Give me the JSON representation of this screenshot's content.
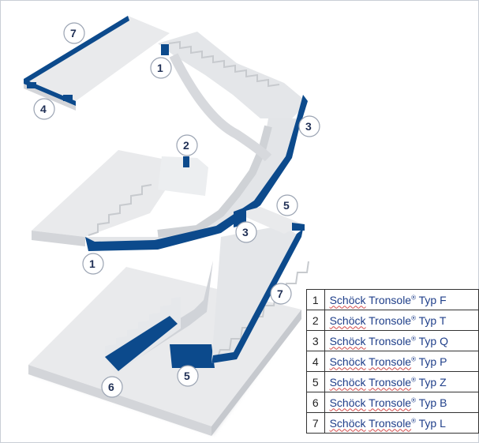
{
  "callouts": [
    {
      "number": "7"
    },
    {
      "number": "1"
    },
    {
      "number": "4"
    },
    {
      "number": "3"
    },
    {
      "number": "2"
    },
    {
      "number": "5"
    },
    {
      "number": "3"
    },
    {
      "number": "1"
    },
    {
      "number": "7"
    },
    {
      "number": "6"
    },
    {
      "number": "5"
    }
  ],
  "legend": [
    {
      "number": "1",
      "brand": "Schöck",
      "product": "Tronsole",
      "mark": "®",
      "type": "Typ F"
    },
    {
      "number": "2",
      "brand": "Schöck",
      "product": "Tronsole",
      "mark": "®",
      "type": "Typ T"
    },
    {
      "number": "3",
      "brand": "Schöck",
      "product": "Tronsole",
      "mark": "®",
      "type": "Typ Q"
    },
    {
      "number": "4",
      "brand": "Schöck",
      "product": "Tronsole",
      "mark": "®",
      "type": "Typ P"
    },
    {
      "number": "5",
      "brand": "Schöck",
      "product": "Tronsole",
      "mark": "®",
      "type": "Typ Z"
    },
    {
      "number": "6",
      "brand": "Schöck",
      "product": "Tronsole",
      "mark": "®",
      "type": "Typ B"
    },
    {
      "number": "7",
      "brand": "Schöck",
      "product": "Tronsole",
      "mark": "®",
      "type": "Typ L"
    }
  ],
  "colors": {
    "concrete_top": "#e9eaec",
    "concrete_side": "#d3d5d9",
    "element_blue": "#0c4a8c"
  }
}
